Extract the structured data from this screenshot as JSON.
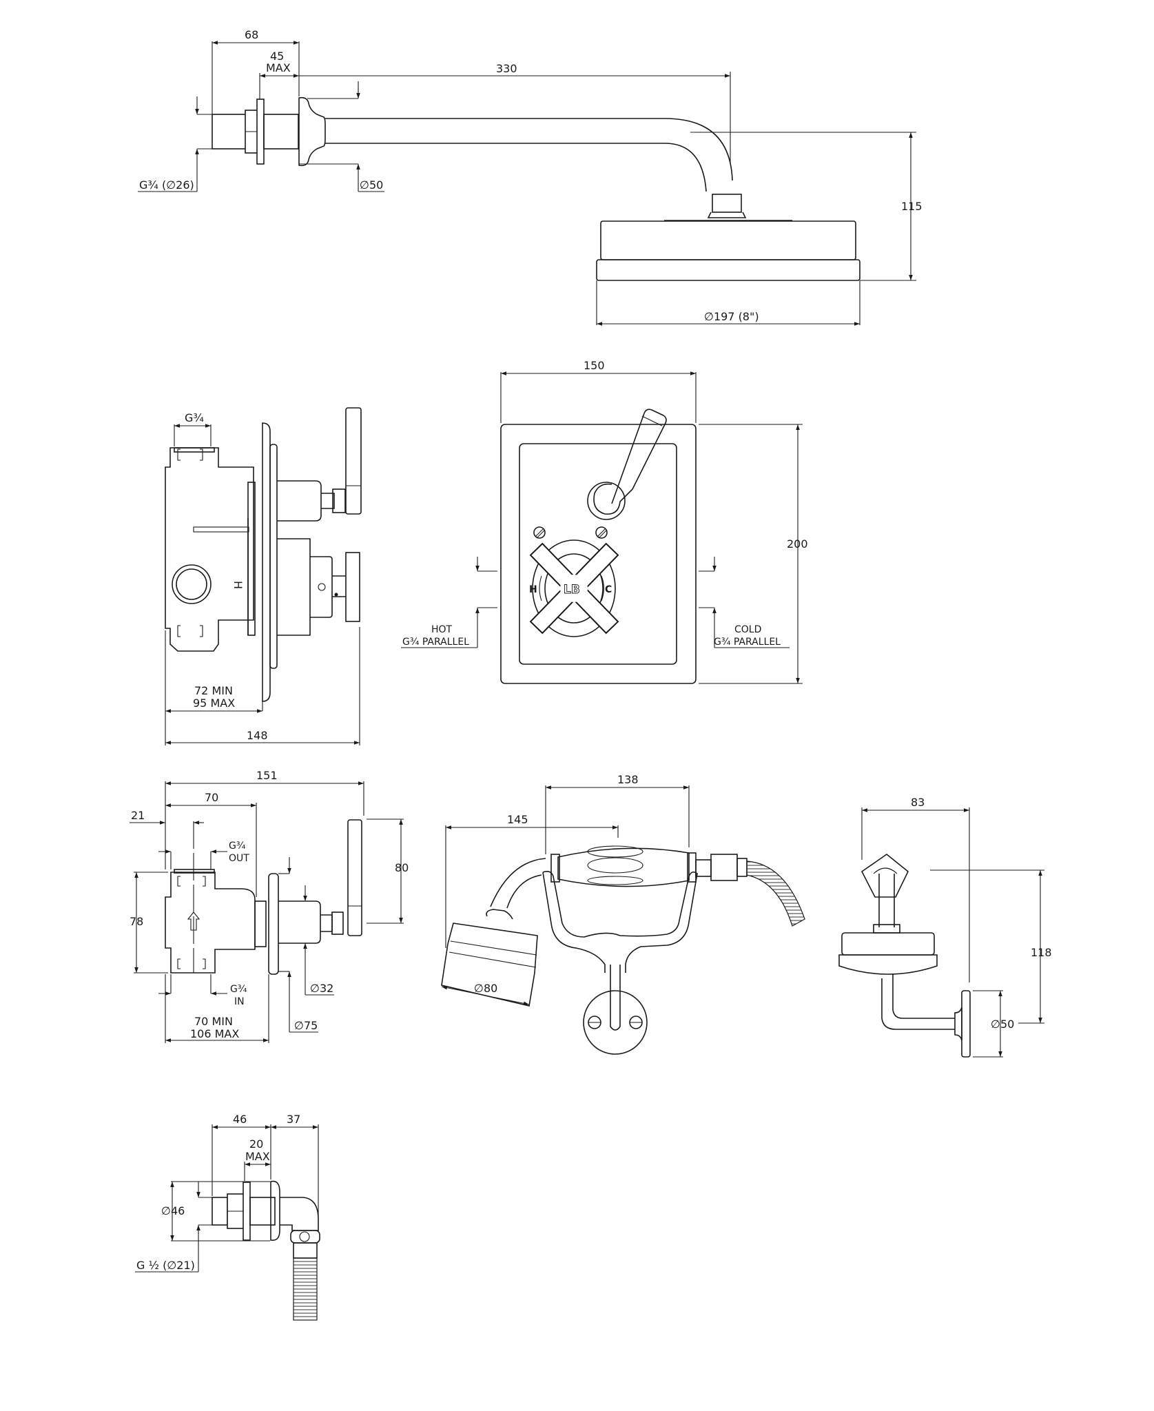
{
  "drawing": {
    "title": "Thermostatic shower valve set — dimension drawing",
    "units": "mm",
    "line_color": "#1a1a1a",
    "background": "#ffffff"
  },
  "views": {
    "shower_arm": {
      "dim_overall": "68",
      "dim_wall_max_value": "45",
      "dim_wall_max_suffix": "MAX",
      "dim_arm_length": "330",
      "dim_height": "115",
      "thread_label": "G¾ (∅26)",
      "rose_dia_label": "∅50",
      "head_dia_label": "∅197 (8\")"
    },
    "valve_side": {
      "inlet_label": "G¾",
      "depth_min": "72 MIN",
      "depth_max": "95 MAX",
      "dim_overall": "148",
      "hot_mark": "H"
    },
    "valve_front": {
      "dim_width": "150",
      "dim_height": "200",
      "hot_label": "HOT",
      "hot_thread": "G¾ PARALLEL",
      "cold_label": "COLD",
      "cold_thread": "G¾ PARALLEL",
      "logo": "LB",
      "h_mark": "H",
      "c_mark": "C"
    },
    "diverter_side": {
      "dim_overall": "151",
      "dim_70": "70",
      "dim_21": "21",
      "out_thread": "G¾",
      "out_label": "OUT",
      "in_thread": "G¾",
      "in_label": "IN",
      "dim_78": "78",
      "dim_80": "80",
      "spindle_dia": "∅32",
      "plate_dia": "∅75",
      "depth_min": "70 MIN",
      "depth_max": "106 MAX"
    },
    "handset": {
      "dim_138": "138",
      "dim_145": "145",
      "head_dia": "∅80"
    },
    "fixed_head": {
      "dim_width": "83",
      "dim_height": "118",
      "wall_dia": "∅50"
    },
    "wall_outlet": {
      "dim_46": "46",
      "dim_37": "37",
      "dim_wall_max_value": "20",
      "dim_wall_max_suffix": "MAX",
      "flange_dia": "∅46",
      "thread_label": "G ½ (∅21)"
    }
  }
}
